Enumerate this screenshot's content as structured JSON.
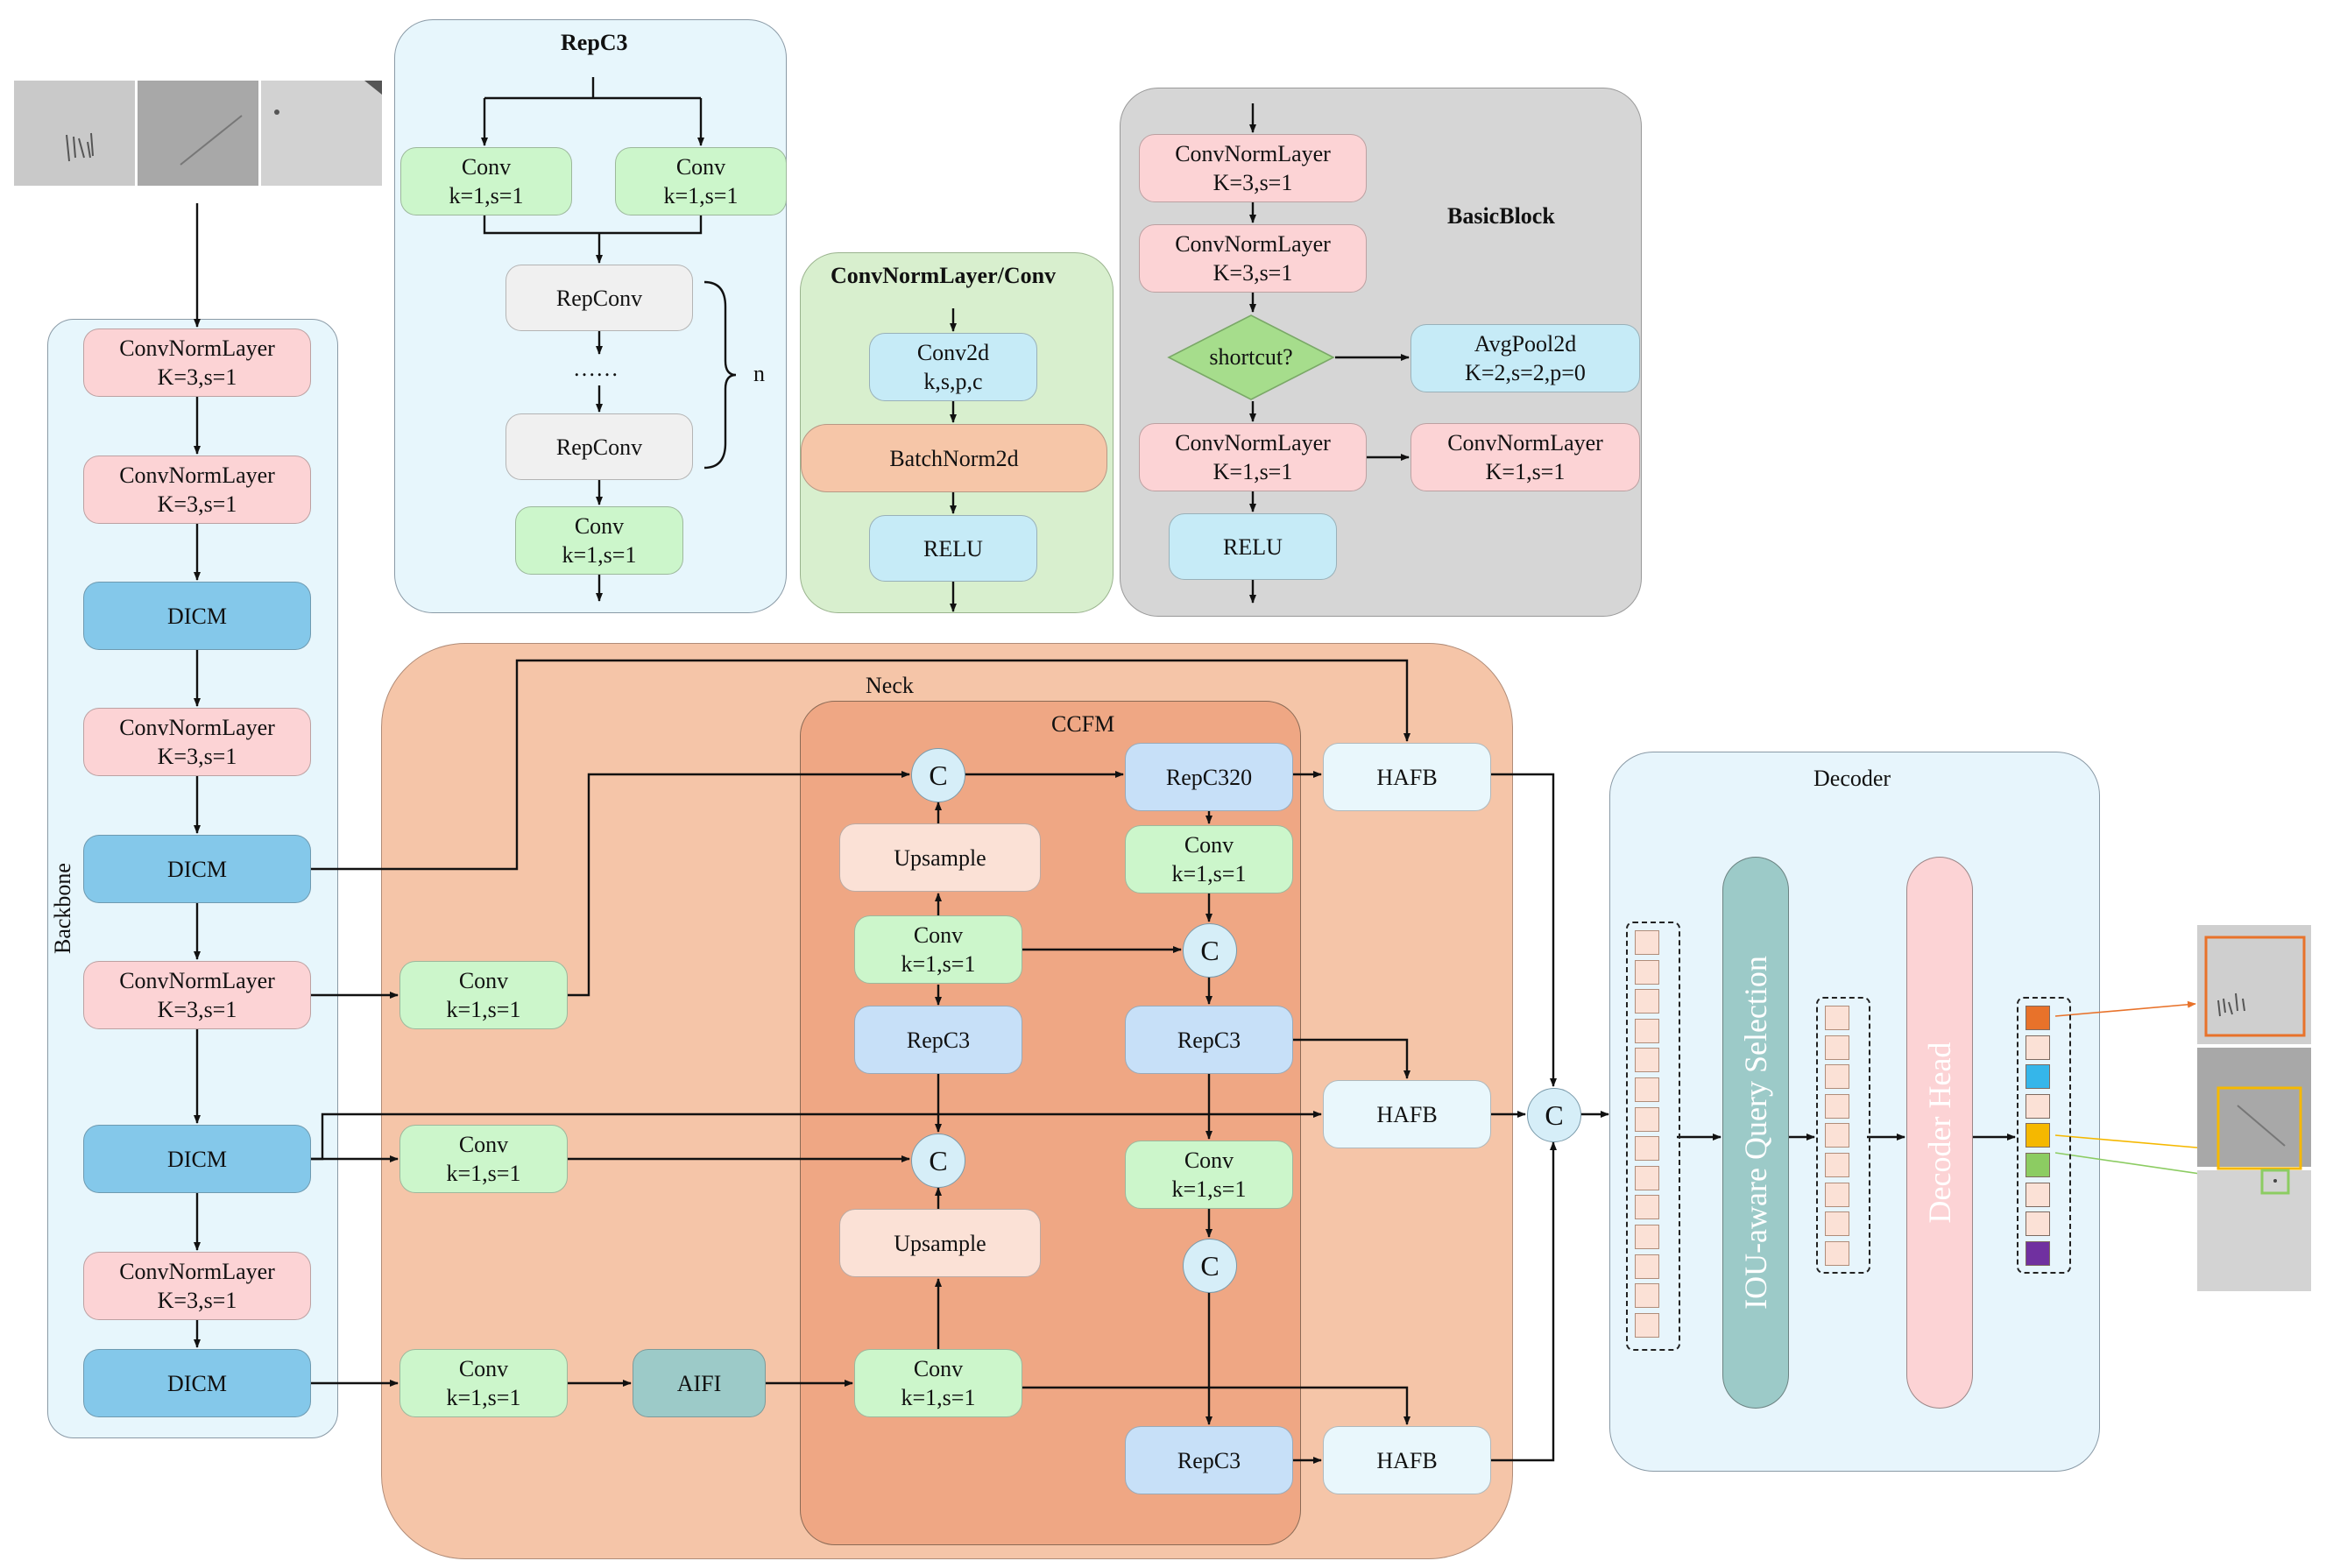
{
  "repc3": {
    "title": "RepC3",
    "conv_left": [
      "Conv",
      "k=1,s=1"
    ],
    "conv_right": [
      "Conv",
      "k=1,s=1"
    ],
    "repconv1": "RepConv",
    "dots": "……",
    "repconv2": "RepConv",
    "brace_label": "n",
    "conv_out": [
      "Conv",
      "k=1,s=1"
    ]
  },
  "cnl": {
    "title": "ConvNormLayer/Conv",
    "conv2d": [
      "Conv2d",
      "k,s,p,c"
    ],
    "batchnorm": "BatchNorm2d",
    "relu": "RELU"
  },
  "basic_block": {
    "title": "BasicBlock",
    "cnl1": [
      "ConvNormLayer",
      "K=3,s=1"
    ],
    "cnl2": [
      "ConvNormLayer",
      "K=3,s=1"
    ],
    "shortcut": "shortcut?",
    "avgpool": [
      "AvgPool2d",
      "K=2,s=2,p=0"
    ],
    "cnl3": [
      "ConvNormLayer",
      "K=1,s=1"
    ],
    "cnl4": [
      "ConvNormLayer",
      "K=1,s=1"
    ],
    "relu": "RELU"
  },
  "backbone": {
    "title": "Backbone",
    "cnl1": [
      "ConvNormLayer",
      "K=3,s=1"
    ],
    "cnl2": [
      "ConvNormLayer",
      "K=3,s=1"
    ],
    "dicm1": "DICM",
    "cnl3": [
      "ConvNormLayer",
      "K=3,s=1"
    ],
    "dicm2": "DICM",
    "cnl4": [
      "ConvNormLayer",
      "K=3,s=1"
    ],
    "dicm3": "DICM",
    "cnl5": [
      "ConvNormLayer",
      "K=3,s=1"
    ],
    "dicm4": "DICM"
  },
  "neck": {
    "title": "Neck",
    "ccfm_title": "CCFM",
    "conv_a": [
      "Conv",
      "k=1,s=1"
    ],
    "conv_b": [
      "Conv",
      "k=1,s=1"
    ],
    "conv_c": [
      "Conv",
      "k=1,s=1"
    ],
    "aifi": "AIFI",
    "c_top": "C",
    "upsample1": "Upsample",
    "conv_up1": [
      "Conv",
      "k=1,s=1"
    ],
    "repc3_left": "RepC3",
    "c_mid": "C",
    "upsample2": "Upsample",
    "conv_bottom": [
      "Conv",
      "k=1,s=1"
    ],
    "repc320": "RepC320",
    "conv_r1": [
      "Conv",
      "k=1,s=1"
    ],
    "c_r1": "C",
    "repc3_r1": "RepC3",
    "conv_r2": [
      "Conv",
      "k=1,s=1"
    ],
    "c_r2": "C",
    "repc3_r2": "RepC3",
    "hafb1": "HAFB",
    "hafb2": "HAFB",
    "hafb3": "HAFB",
    "c_out": "C"
  },
  "decoder": {
    "title": "Decoder",
    "query_selection": "IOU-aware Query Selection",
    "decoder_head": "Decoder Head",
    "output_colors": [
      "#e8722a",
      "#fbe1d6",
      "#35b6ea",
      "#fbe1d6",
      "#f5b800",
      "#8ccc62",
      "#fbe1d6",
      "#fbe1d6",
      "#7030a0"
    ]
  },
  "colors": {
    "conv_norm_layer": "#fcd3d5",
    "dicm": "#84c8ea",
    "conv": "#ccf6cb",
    "neck_bg": "#f5c5a8",
    "ccfm_bg": "#efa784",
    "decoder_bg": "#e7f5fc"
  }
}
